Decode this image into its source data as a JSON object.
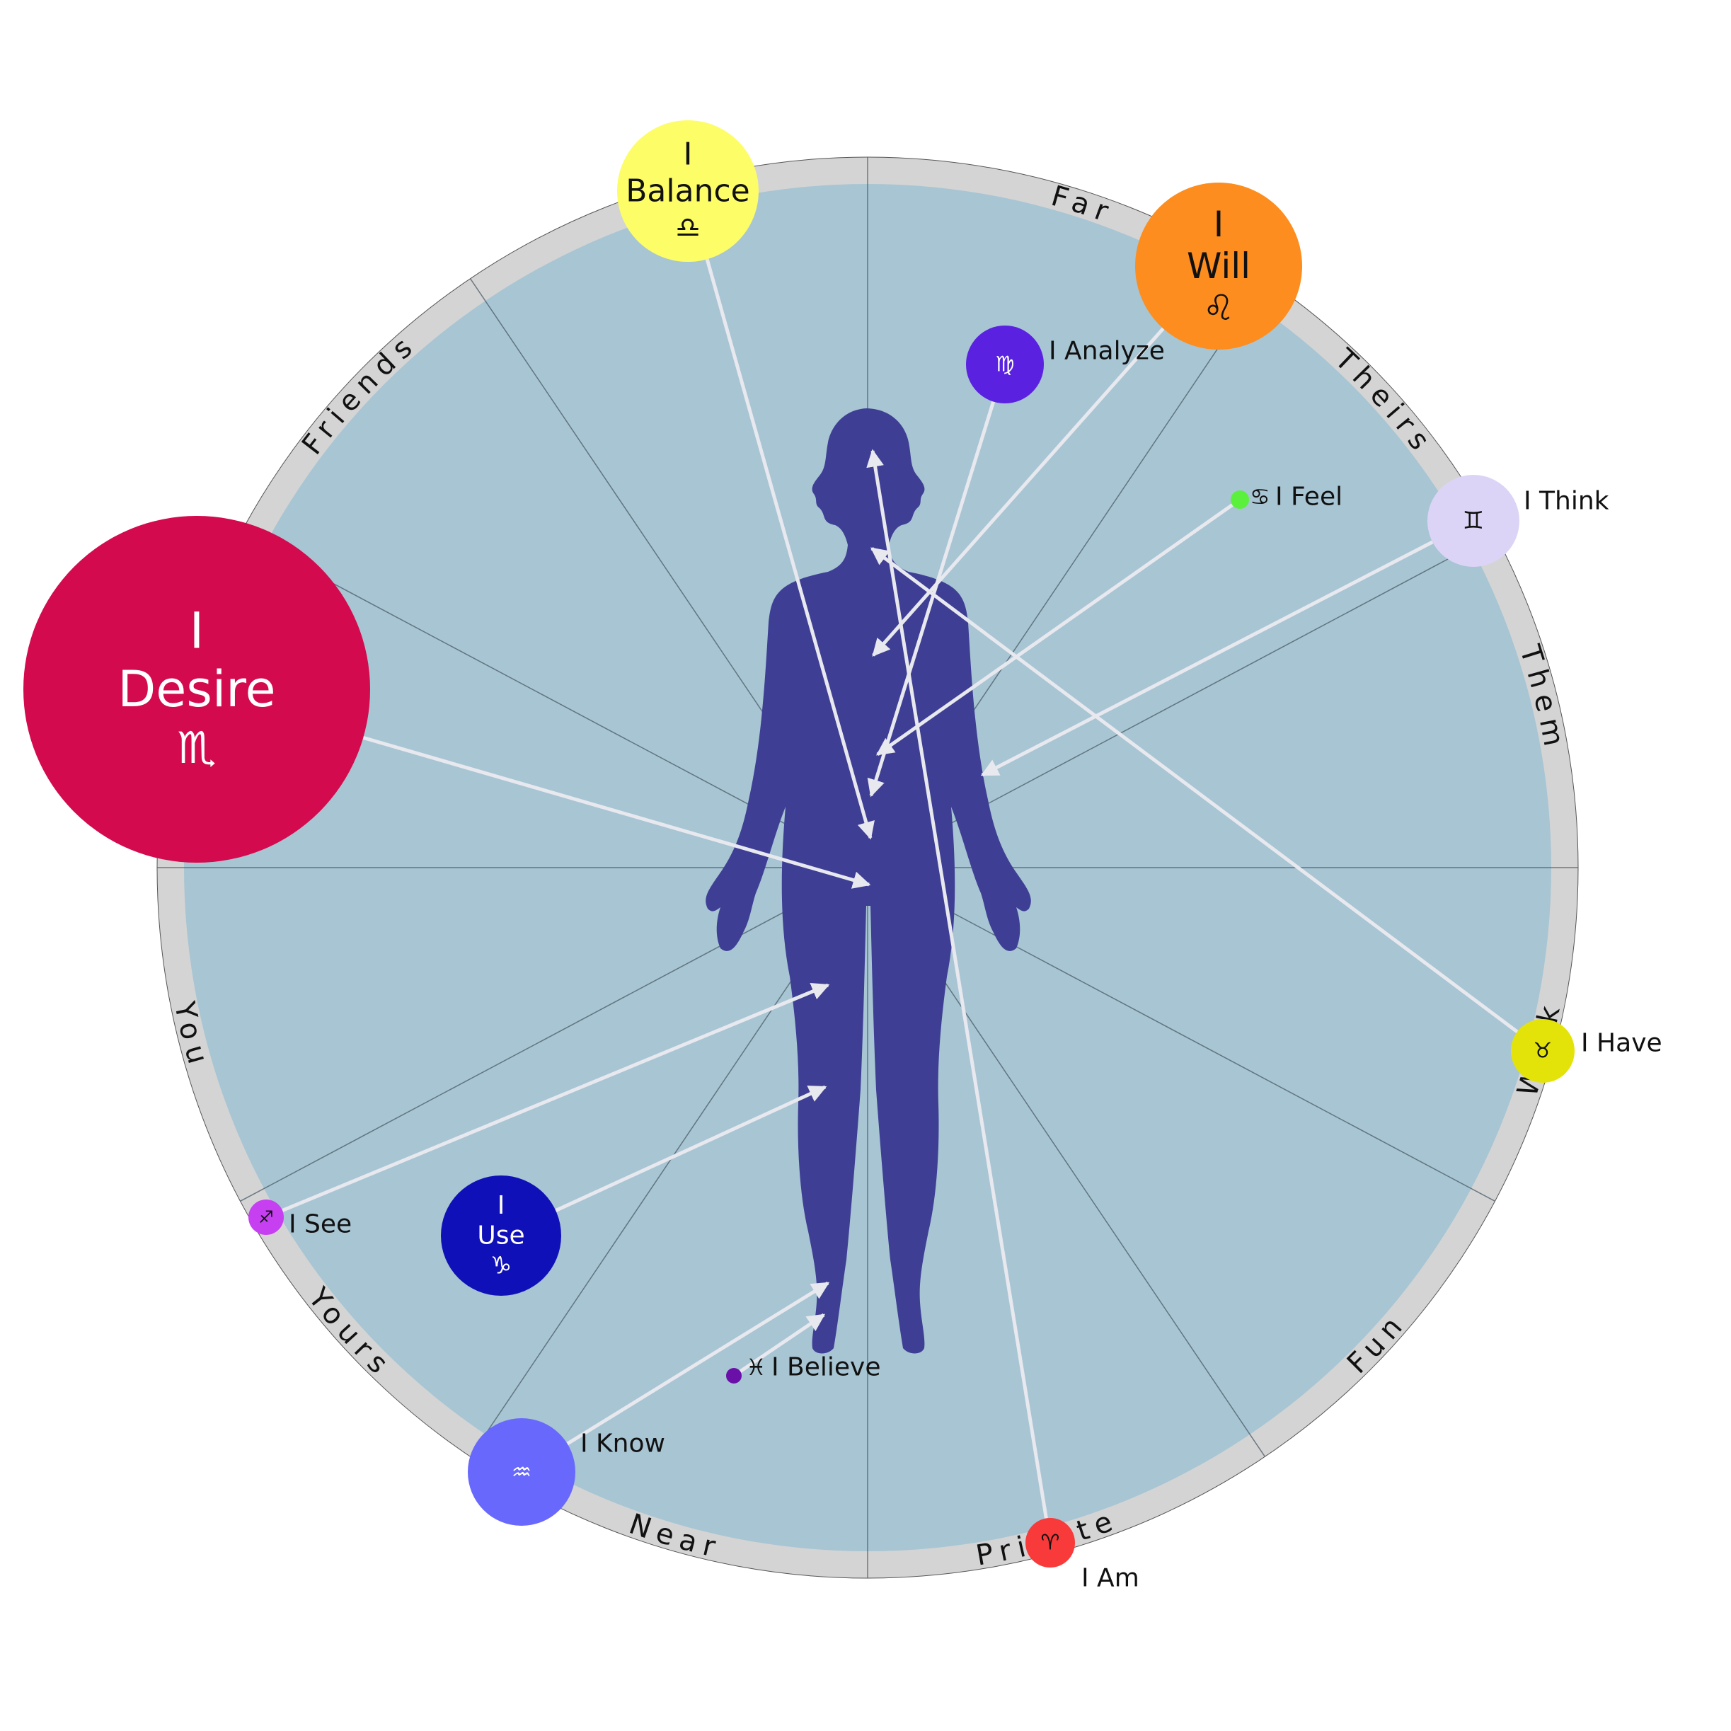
{
  "houses": [
    "Far",
    "Theirs",
    "Them",
    "Work",
    "Fun",
    "Private",
    "Near",
    "Yours",
    "You",
    "Friends"
  ],
  "colors": {
    "wheel_fill": "#a8c5d3",
    "ring": "#d4d4d4",
    "figure": "#3e3f94",
    "arrow": "#e8e8ef",
    "divider": "#4a5a66"
  },
  "planets": [
    {
      "id": "scorpio",
      "name": "I Desire",
      "glyph": "♏",
      "color": "#d30a4d",
      "text_color": "#ffffff",
      "inside": true
    },
    {
      "id": "libra",
      "name": "I Balance",
      "glyph": "♎",
      "color": "#fdfd67",
      "text_color": "#111111",
      "inside": true
    },
    {
      "id": "leo",
      "name": "I Will",
      "glyph": "♌",
      "color": "#fc8d1e",
      "text_color": "#111111",
      "inside": true
    },
    {
      "id": "virgo",
      "name": "I Analyze",
      "glyph": "♍",
      "color": "#5a22e0",
      "text_color": "#ffffff",
      "inside": false
    },
    {
      "id": "cancer",
      "name": "I Feel",
      "glyph": "♋",
      "color": "#5af03c",
      "text_color": "#111111",
      "inside": false
    },
    {
      "id": "gemini",
      "name": "I Think",
      "glyph": "♊",
      "color": "#dcd4f6",
      "text_color": "#111111",
      "inside": false
    },
    {
      "id": "taurus",
      "name": "I Have",
      "glyph": "♉",
      "color": "#e3e30a",
      "text_color": "#111111",
      "inside": false
    },
    {
      "id": "sagittarius",
      "name": "I See",
      "glyph": "♐",
      "color": "#c640f2",
      "text_color": "#111111",
      "inside": false
    },
    {
      "id": "capricorn",
      "name": "I Use",
      "glyph": "♑",
      "color": "#1010b8",
      "text_color": "#ffffff",
      "inside": true
    },
    {
      "id": "aquarius",
      "name": "I Know",
      "glyph": "♒",
      "color": "#6868fc",
      "text_color": "#ffffff",
      "inside": false
    },
    {
      "id": "pisces",
      "name": "I Believe",
      "glyph": "♓",
      "color": "#6a10a8",
      "text_color": "#111111",
      "inside": false
    },
    {
      "id": "aries",
      "name": "I Am",
      "glyph": "♈",
      "color": "#f83a3a",
      "text_color": "#111111",
      "inside": false
    }
  ]
}
